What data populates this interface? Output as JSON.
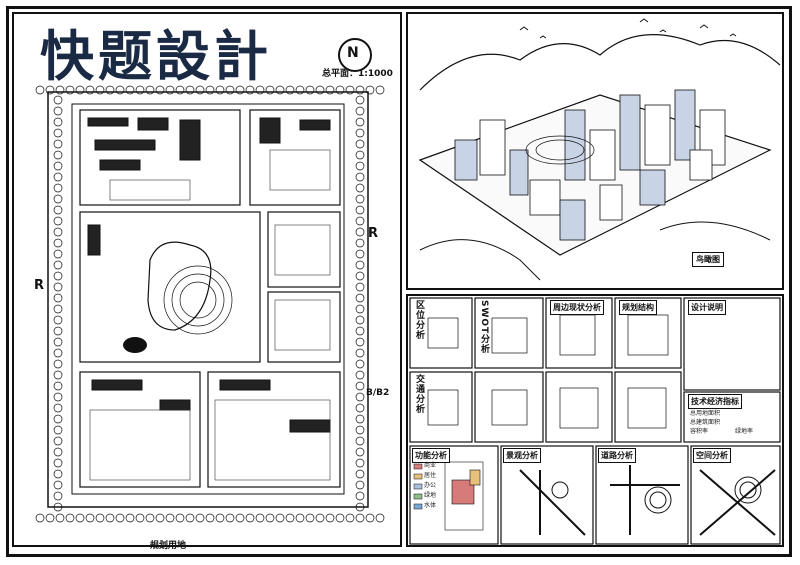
{
  "title": "快题設計",
  "scale_label": "总平面：1:1000",
  "north_label": "N",
  "road_labels": [
    "R",
    "R",
    "B/B2"
  ],
  "masterplan_caption": "规划用地",
  "aerial_caption": "鸟瞰图",
  "analysis_titles": [
    "区位分析",
    "SWOT分析",
    "周边现状分析",
    "规划结构",
    "交通分析",
    "设计说明",
    "功能分析",
    "景观分析",
    "道路分析",
    "空间分析",
    "技术经济指标"
  ],
  "legend_items": [
    "商业",
    "居住",
    "办公",
    "绿地",
    "水体"
  ],
  "tech_items": [
    "总用地面积",
    "总建筑面积",
    "容积率",
    "绿地率"
  ]
}
